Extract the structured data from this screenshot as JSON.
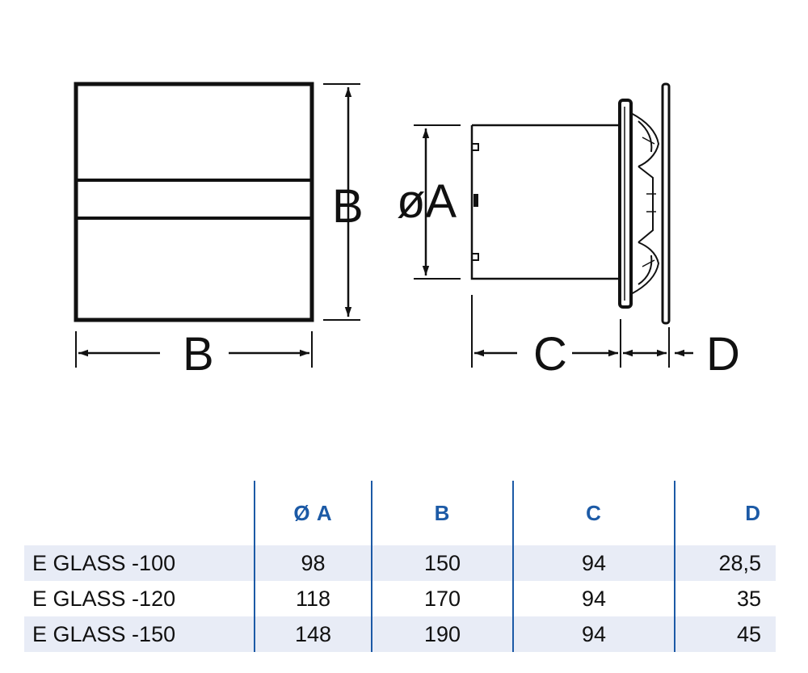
{
  "diagram": {
    "front_width_label": "B",
    "front_height_label": "B",
    "diameter_label": "øA",
    "depth_label": "C",
    "flange_label": "D"
  },
  "table": {
    "headers": [
      "",
      "Ø A",
      "B",
      "C",
      "D"
    ],
    "rows": [
      {
        "model": "E GLASS -100",
        "a": "98",
        "b": "150",
        "c": "94",
        "d": "28,5"
      },
      {
        "model": "E GLASS -120",
        "a": "118",
        "b": "170",
        "c": "94",
        "d": "35"
      },
      {
        "model": "E GLASS -150",
        "a": "148",
        "b": "190",
        "c": "94",
        "d": "45"
      }
    ]
  },
  "colors": {
    "header_text": "#1c5aa6",
    "column_separator": "#1c5aa6",
    "row_shade": "#e8ecf6",
    "line": "#111111"
  }
}
